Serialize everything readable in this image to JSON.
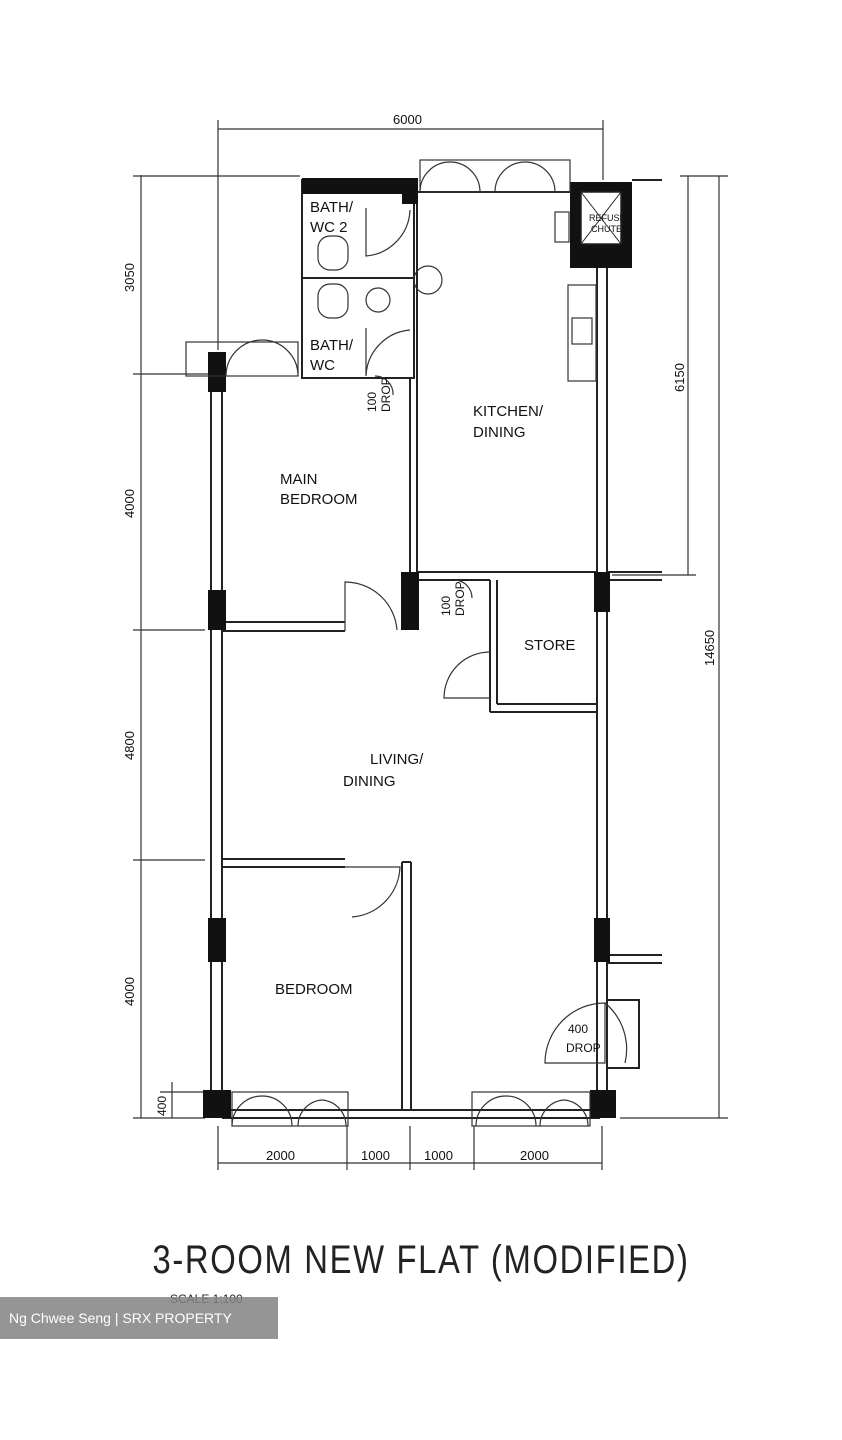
{
  "plan": {
    "title": "3-ROOM NEW FLAT (MODIFIED)",
    "scale": "SCALE  1:100",
    "watermark": "Ng Chwee Seng | SRX PROPERTY",
    "rooms": {
      "bath2_a": "BATH/",
      "bath2_b": "WC  2",
      "bath1_a": "BATH/",
      "bath1_b": "WC",
      "kitchen_a": "KITCHEN/",
      "kitchen_b": "DINING",
      "main_a": "MAIN",
      "main_b": "BEDROOM",
      "store": "STORE",
      "living_a": "LIVING/",
      "living_b": "DINING",
      "bedroom": "BEDROOM",
      "refuse_a": "REFUSE",
      "refuse_b": "CHUTE"
    },
    "drops": {
      "d1_a": "100",
      "d1_b": "DROP",
      "d2_a": "100",
      "d2_b": "DROP",
      "d3_a": "400",
      "d3_b": "DROP"
    },
    "dimensions": {
      "top": "6000",
      "left_1": "3050",
      "left_2": "4000",
      "left_3": "4800",
      "left_4": "4000",
      "left_5": "400",
      "right_1": "6150",
      "right_2": "14650",
      "bottom_1": "2000",
      "bottom_2": "1000",
      "bottom_3": "1000",
      "bottom_4": "2000"
    }
  }
}
